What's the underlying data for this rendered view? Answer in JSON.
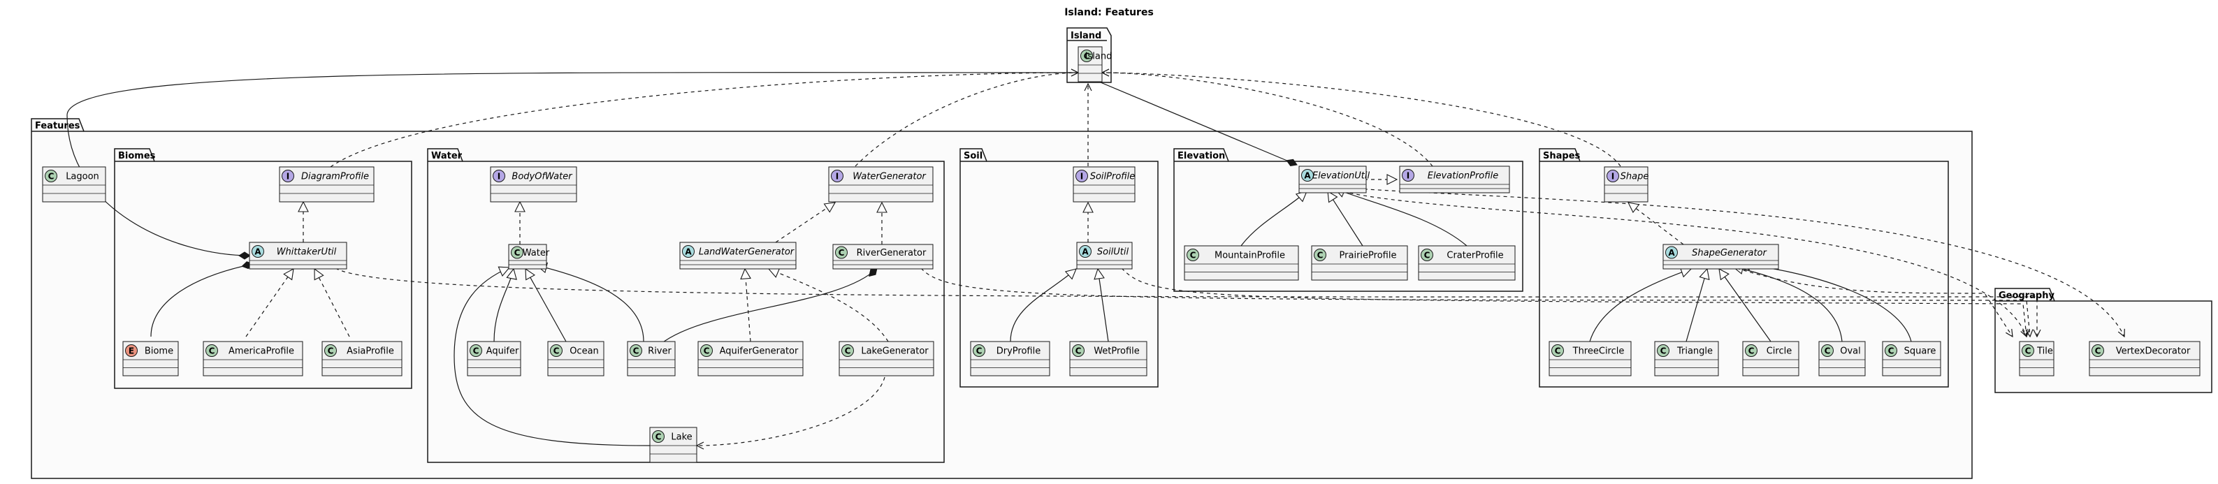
{
  "title": "Island: Features",
  "packages": {
    "island": "Island",
    "features": "Features",
    "biomes": "Biomes",
    "water": "Water",
    "soil": "Soil",
    "elevation": "Elevation",
    "shapes": "Shapes",
    "geography": "Geography"
  },
  "classes": {
    "island": {
      "name": "Island",
      "kind": "class"
    },
    "lagoon": {
      "name": "Lagoon",
      "kind": "class"
    },
    "diagram_profile": {
      "name": "DiagramProfile",
      "kind": "interface"
    },
    "whittaker_util": {
      "name": "WhittakerUtil",
      "kind": "abstract"
    },
    "biome": {
      "name": "Biome",
      "kind": "enum"
    },
    "america_profile": {
      "name": "AmericaProfile",
      "kind": "class"
    },
    "asia_profile": {
      "name": "AsiaProfile",
      "kind": "class"
    },
    "body_of_water": {
      "name": "BodyOfWater",
      "kind": "interface"
    },
    "water": {
      "name": "Water",
      "kind": "class"
    },
    "aquifer": {
      "name": "Aquifer",
      "kind": "class"
    },
    "ocean": {
      "name": "Ocean",
      "kind": "class"
    },
    "river": {
      "name": "River",
      "kind": "class"
    },
    "lake": {
      "name": "Lake",
      "kind": "class"
    },
    "water_generator": {
      "name": "WaterGenerator",
      "kind": "interface"
    },
    "land_water_generator": {
      "name": "LandWaterGenerator",
      "kind": "abstract"
    },
    "river_generator": {
      "name": "RiverGenerator",
      "kind": "class"
    },
    "aquifer_generator": {
      "name": "AquiferGenerator",
      "kind": "class"
    },
    "lake_generator": {
      "name": "LakeGenerator",
      "kind": "class"
    },
    "soil_profile": {
      "name": "SoilProfile",
      "kind": "interface"
    },
    "soil_util": {
      "name": "SoilUtil",
      "kind": "abstract"
    },
    "dry_profile": {
      "name": "DryProfile",
      "kind": "class"
    },
    "wet_profile": {
      "name": "WetProfile",
      "kind": "class"
    },
    "elevation_util": {
      "name": "ElevationUtil",
      "kind": "abstract"
    },
    "elevation_profile": {
      "name": "ElevationProfile",
      "kind": "interface"
    },
    "mountain_profile": {
      "name": "MountainProfile",
      "kind": "class"
    },
    "prairie_profile": {
      "name": "PrairieProfile",
      "kind": "class"
    },
    "crater_profile": {
      "name": "CraterProfile",
      "kind": "class"
    },
    "shape": {
      "name": "Shape",
      "kind": "interface"
    },
    "shape_generator": {
      "name": "ShapeGenerator",
      "kind": "abstract"
    },
    "three_circle": {
      "name": "ThreeCircle",
      "kind": "class"
    },
    "triangle": {
      "name": "Triangle",
      "kind": "class"
    },
    "circle": {
      "name": "Circle",
      "kind": "class"
    },
    "oval": {
      "name": "Oval",
      "kind": "class"
    },
    "square": {
      "name": "Square",
      "kind": "class"
    },
    "tile": {
      "name": "Tile",
      "kind": "class"
    },
    "vertex_decorator": {
      "name": "VertexDecorator",
      "kind": "class"
    }
  },
  "badges": {
    "class": "C",
    "abstract": "A",
    "interface": "I",
    "enum": "E"
  },
  "colors": {
    "class": "#add1b2",
    "abstract": "#a9dcdf",
    "interface": "#b4a7e5",
    "enum": "#eb937f",
    "box_fill": "#f1f1f1",
    "package_fill": "#fbfbfb",
    "line": "#181818"
  }
}
